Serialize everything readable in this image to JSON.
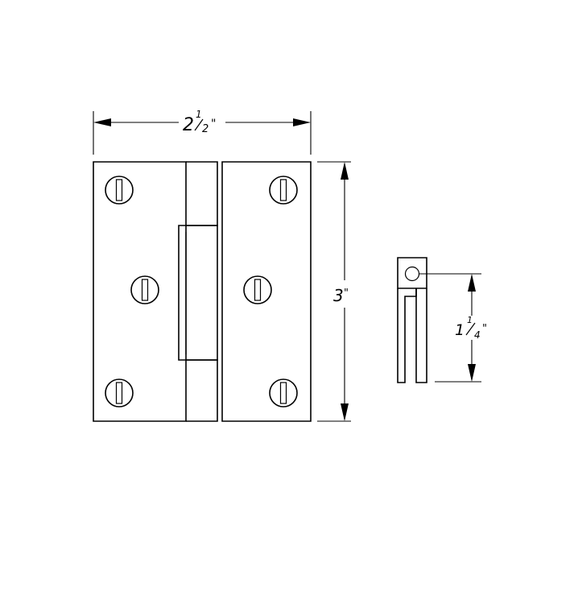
{
  "dimensions": {
    "width": {
      "whole": "2",
      "num": "1",
      "den": "2",
      "unit": "\""
    },
    "height": {
      "whole": "3",
      "unit": "\""
    },
    "depth": {
      "whole": "1",
      "num": "1",
      "den": "4",
      "unit": "\""
    }
  },
  "colors": {
    "line": "#000000",
    "background": "#ffffff"
  }
}
